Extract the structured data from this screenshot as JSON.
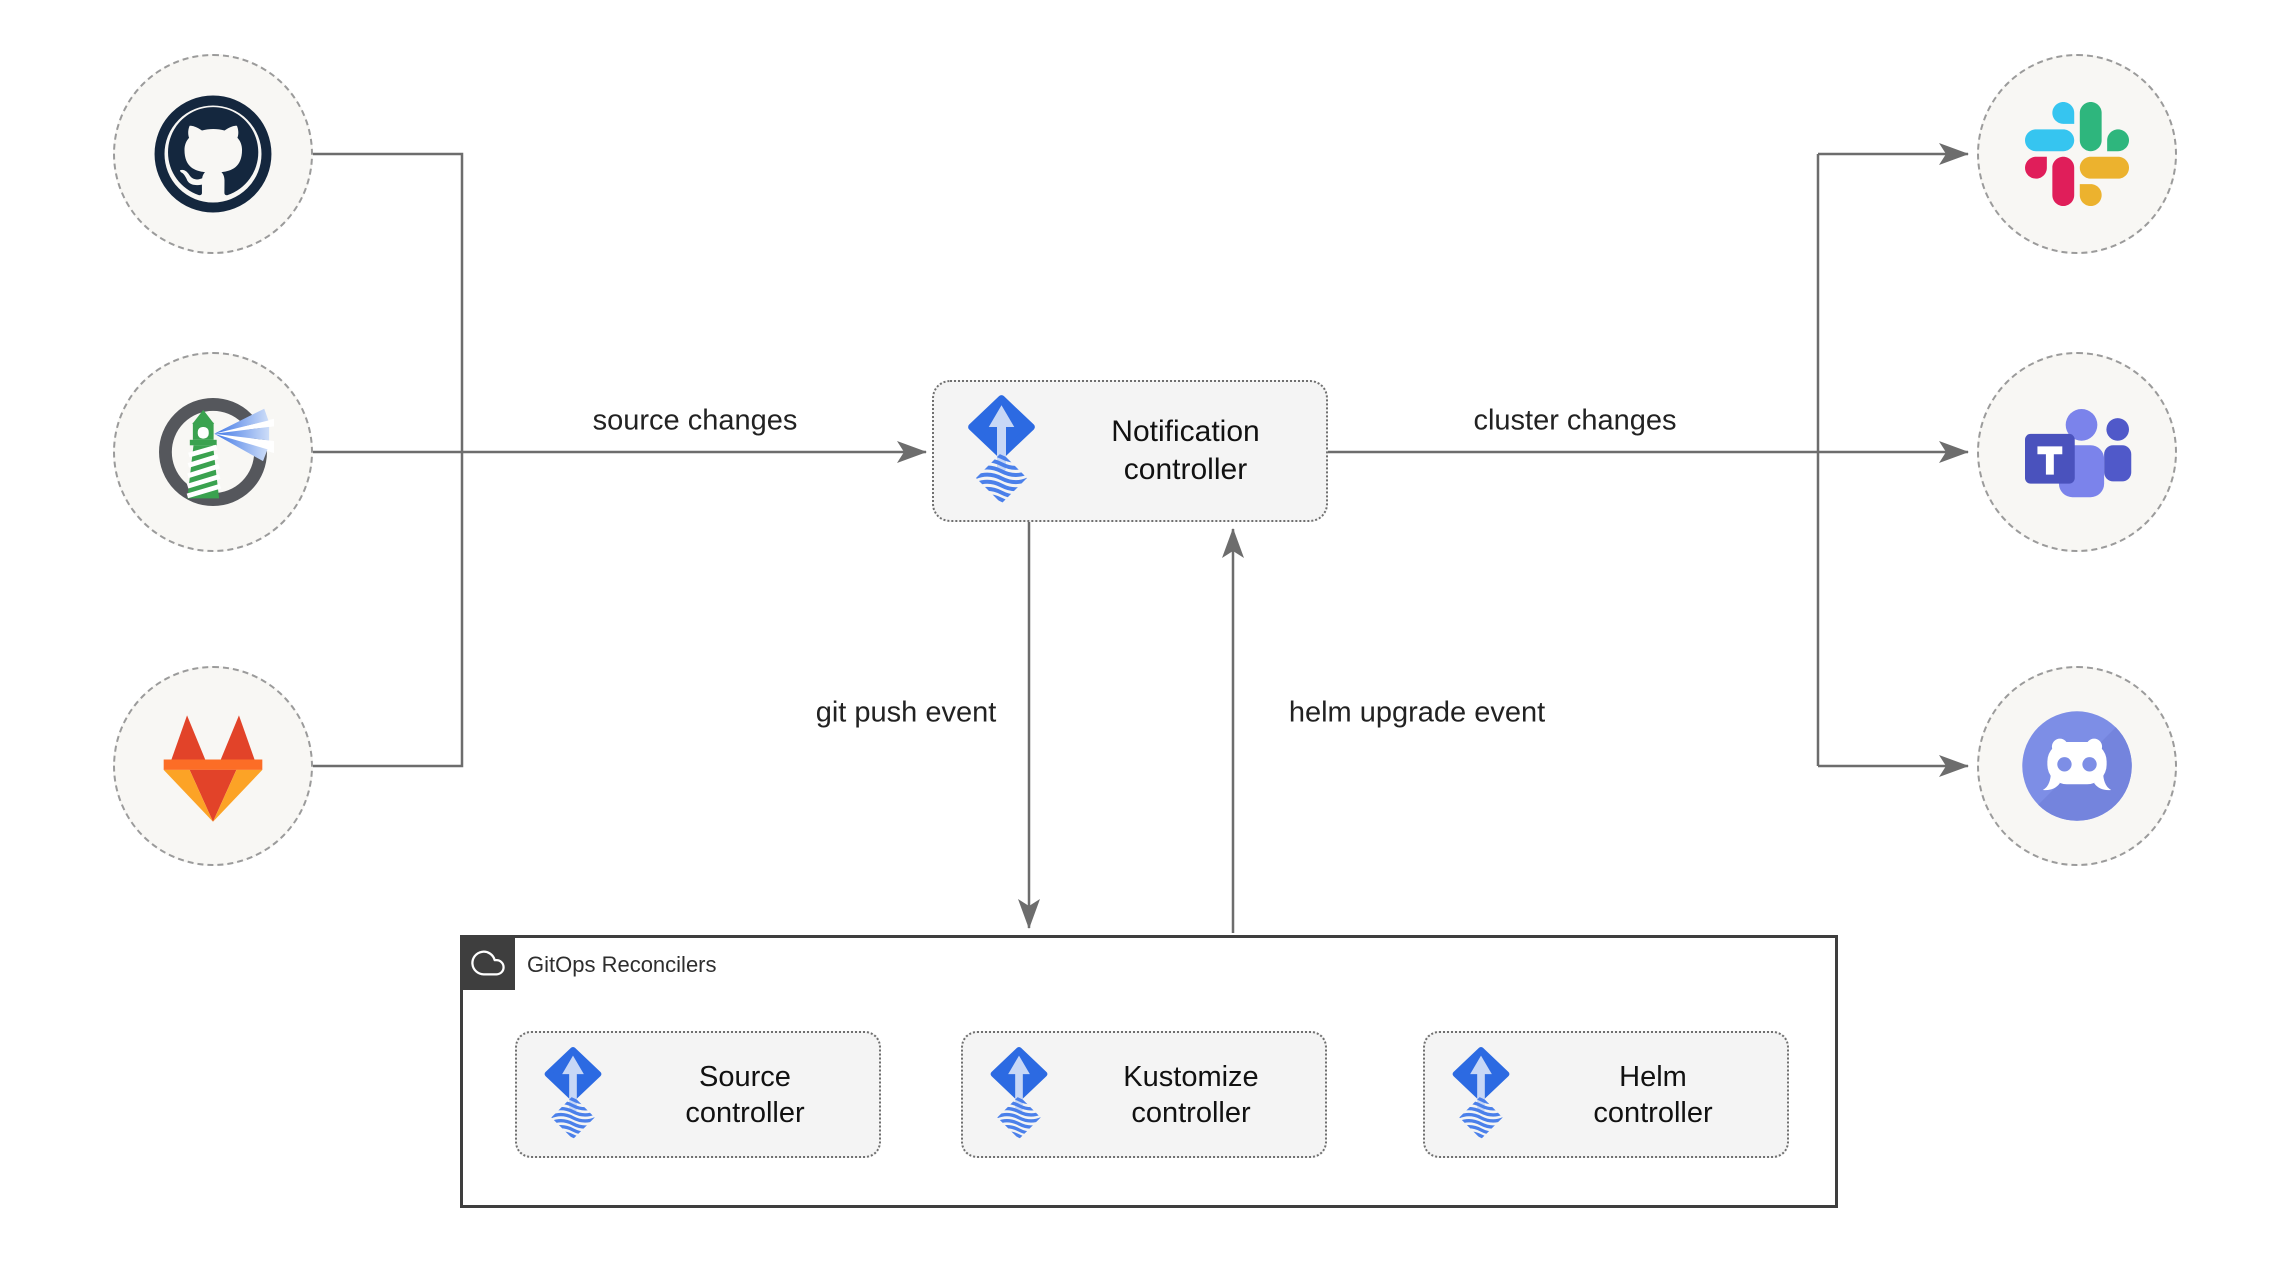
{
  "colors": {
    "flux_blue": "#2c6ae2",
    "flux_light_arrow": "#c7d7f6",
    "flux_wave_blue": "#4b80ea",
    "line_gray": "#6d6d6d",
    "box_fill": "#f4f4f4",
    "circle_fill": "#f8f7f4",
    "outer_box_border": "#3e3e3e",
    "github_navy": "#14273e",
    "harbor_green": "#3aa24f",
    "harbor_ring_gray": "#55575c",
    "gitlab_red": "#e24329",
    "gitlab_orange": "#fc6d26",
    "gitlab_yellow": "#fca326",
    "slack_blue": "#36C5F0",
    "slack_green": "#2EB67D",
    "slack_yellow": "#ECB22E",
    "slack_red": "#E01E5A",
    "teams_indigo": "#4a52bd",
    "teams_mid": "#5059c9",
    "teams_light": "#7b83eb",
    "discord_blurple": "#7d8ee6"
  },
  "left_sources": [
    {
      "icon": "github-icon"
    },
    {
      "icon": "harbor-icon"
    },
    {
      "icon": "gitlab-icon"
    }
  ],
  "right_destinations": [
    {
      "icon": "slack-icon"
    },
    {
      "icon": "teams-icon"
    },
    {
      "icon": "discord-icon"
    }
  ],
  "notification": {
    "icon": "flux-icon",
    "label_lines": [
      "Notification",
      "controller"
    ]
  },
  "edge_labels": {
    "source_changes": "source changes",
    "cluster_changes": "cluster changes",
    "git_push_event": "git push event",
    "helm_upgrade_event": "helm upgrade event"
  },
  "gitops": {
    "title": "GitOps Reconcilers",
    "icon": "cloud-icon",
    "controllers": [
      {
        "icon": "flux-icon",
        "label_lines": [
          "Source",
          "controller"
        ]
      },
      {
        "icon": "flux-icon",
        "label_lines": [
          "Kustomize",
          "controller"
        ]
      },
      {
        "icon": "flux-icon",
        "label_lines": [
          "Helm",
          "controller"
        ]
      }
    ]
  }
}
